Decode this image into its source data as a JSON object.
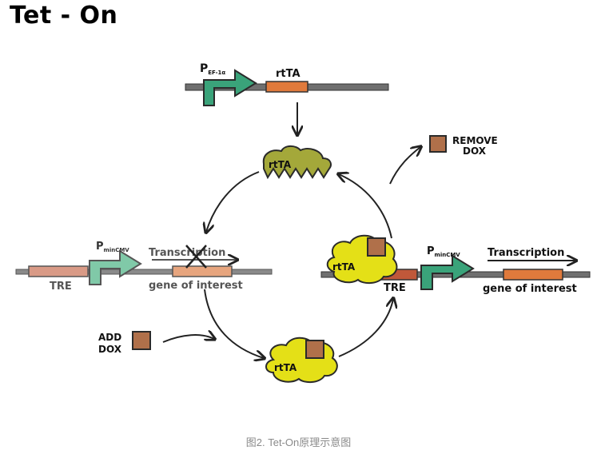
{
  "title": "Tet - On",
  "caption": "图2. Tet-On原理示意图",
  "labels": {
    "promoter_ef1a_p": "P",
    "promoter_ef1a_sub": "EF-1α",
    "rtta_gene": "rtTA",
    "rtta_protein_top": "rtTA",
    "rtta_protein_left": "rtTA",
    "rtta_protein_bottom": "rtTA",
    "remove_dox_line1": "REMOVE",
    "remove_dox_line2": "DOX",
    "add_dox_line1": "ADD",
    "add_dox_line2": "DOX",
    "left_promoter_p": "P",
    "left_promoter_sub": "minCMV",
    "left_transcription": "Transcription",
    "left_tre": "TRE",
    "left_gene": "gene of interest",
    "right_promoter_p": "P",
    "right_promoter_sub": "minCMV",
    "right_transcription": "Transcription",
    "right_tre": "TRE",
    "right_gene": "gene of interest"
  },
  "colors": {
    "promoter_green": "#3aa37a",
    "gene_orange": "#e07a3c",
    "tre_salmon": "#d99a86",
    "dna_gray": "#6f6f6f",
    "rtta_inactive": "#a4a83a",
    "rtta_active": "#e4e017",
    "dox_brown": "#b0704a"
  }
}
